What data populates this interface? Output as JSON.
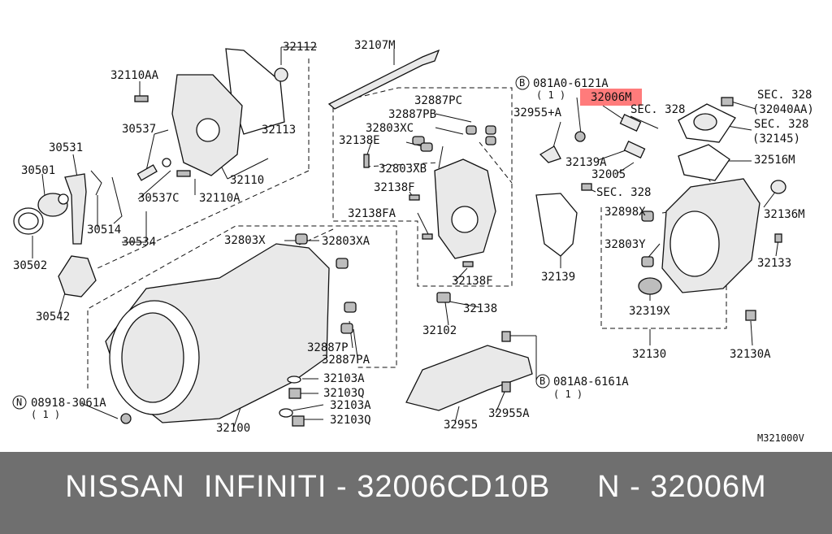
{
  "labels": {
    "p32112": "32112",
    "p32107M": "32107M",
    "p32110AA": "32110AA",
    "p30537": "30537",
    "p32113": "32113",
    "p30531": "30531",
    "p30501": "30501",
    "p32110": "32110",
    "p30537C": "30537C",
    "p32110A": "32110A",
    "p30514": "30514",
    "p30534": "30534",
    "p30502": "30502",
    "p30542": "30542",
    "p08918": "08918-3061A",
    "p08918q": "( 1 )",
    "p32887PC": "32887PC",
    "p32887PB": "32887PB",
    "p32803XC": "32803XC",
    "p32138E": "32138E",
    "p32803XB": "32803XB",
    "p32138F_top": "32138F",
    "p32138FA": "32138FA",
    "p32803X": "32803X",
    "p32803XA": "32803XA",
    "p32138F": "32138F",
    "p32138": "32138",
    "p32102": "32102",
    "p32887P": "32887P",
    "p32887PA": "32887PA",
    "p32103A_1": "32103A",
    "p32103Q_1": "32103Q",
    "p32103A_2": "32103A",
    "p32103Q_2": "32103Q",
    "p32100": "32100",
    "p32955": "32955",
    "p32955A": "32955A",
    "p081A8": "081A8-6161A",
    "p081A8q": "( 1 )",
    "p081A0": "081A0-6121A",
    "p081A0q": "( 1 )",
    "p32006M": "32006M",
    "p32955A_plus": "32955+A",
    "pSEC328_a": "SEC. 328",
    "pSEC328_b": "SEC. 328",
    "p32040AA": "(32040AA)",
    "pSEC328_c": "SEC. 328",
    "p32145": "(32145)",
    "p32516M": "32516M",
    "p32139A": "32139A",
    "p32005": "32005",
    "pSEC328_d": "SEC. 328",
    "p32136M": "32136M",
    "p32898X": "32898X",
    "p32803Y": "32803Y",
    "p32133": "32133",
    "p32139": "32139",
    "p32319X": "32319X",
    "p32130": "32130",
    "p32130A": "32130A",
    "pM321000V": "M321000V",
    "circleB": "B",
    "circleN": "N"
  },
  "highlight_color": "#ff7b7b",
  "footer": {
    "text": "NISSAN  INFINITI - 32006CD10B     N - 32006M",
    "background": "#6f6f6f",
    "color": "#ffffff"
  }
}
